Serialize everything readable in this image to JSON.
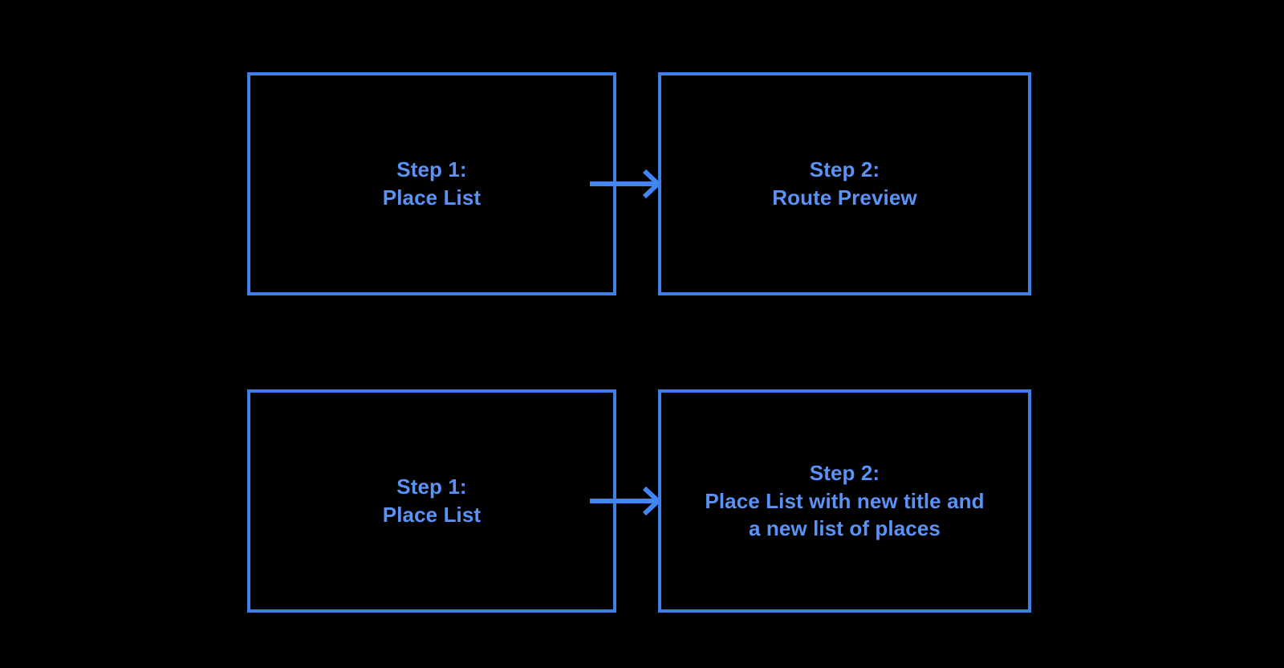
{
  "diagram": {
    "type": "flow",
    "background_color": "#000000",
    "accent_color": "#4285f4",
    "text_color": "#5b92f5",
    "border_color": "#3f7fe8",
    "rows": [
      {
        "id": "row-1",
        "nodes": [
          {
            "id": "row1-step1",
            "label": "Step 1:\nPlace List"
          },
          {
            "id": "row1-step2",
            "label": "Step 2:\nRoute Preview"
          }
        ],
        "connector": {
          "icon": "arrow-right-icon",
          "from": "row1-step1",
          "to": "row1-step2"
        }
      },
      {
        "id": "row-2",
        "nodes": [
          {
            "id": "row2-step1",
            "label": "Step 1:\nPlace List"
          },
          {
            "id": "row2-step2",
            "label": "Step 2:\nPlace List with new title and\na new list of places"
          }
        ],
        "connector": {
          "icon": "arrow-right-icon",
          "from": "row2-step1",
          "to": "row2-step2"
        }
      }
    ]
  }
}
